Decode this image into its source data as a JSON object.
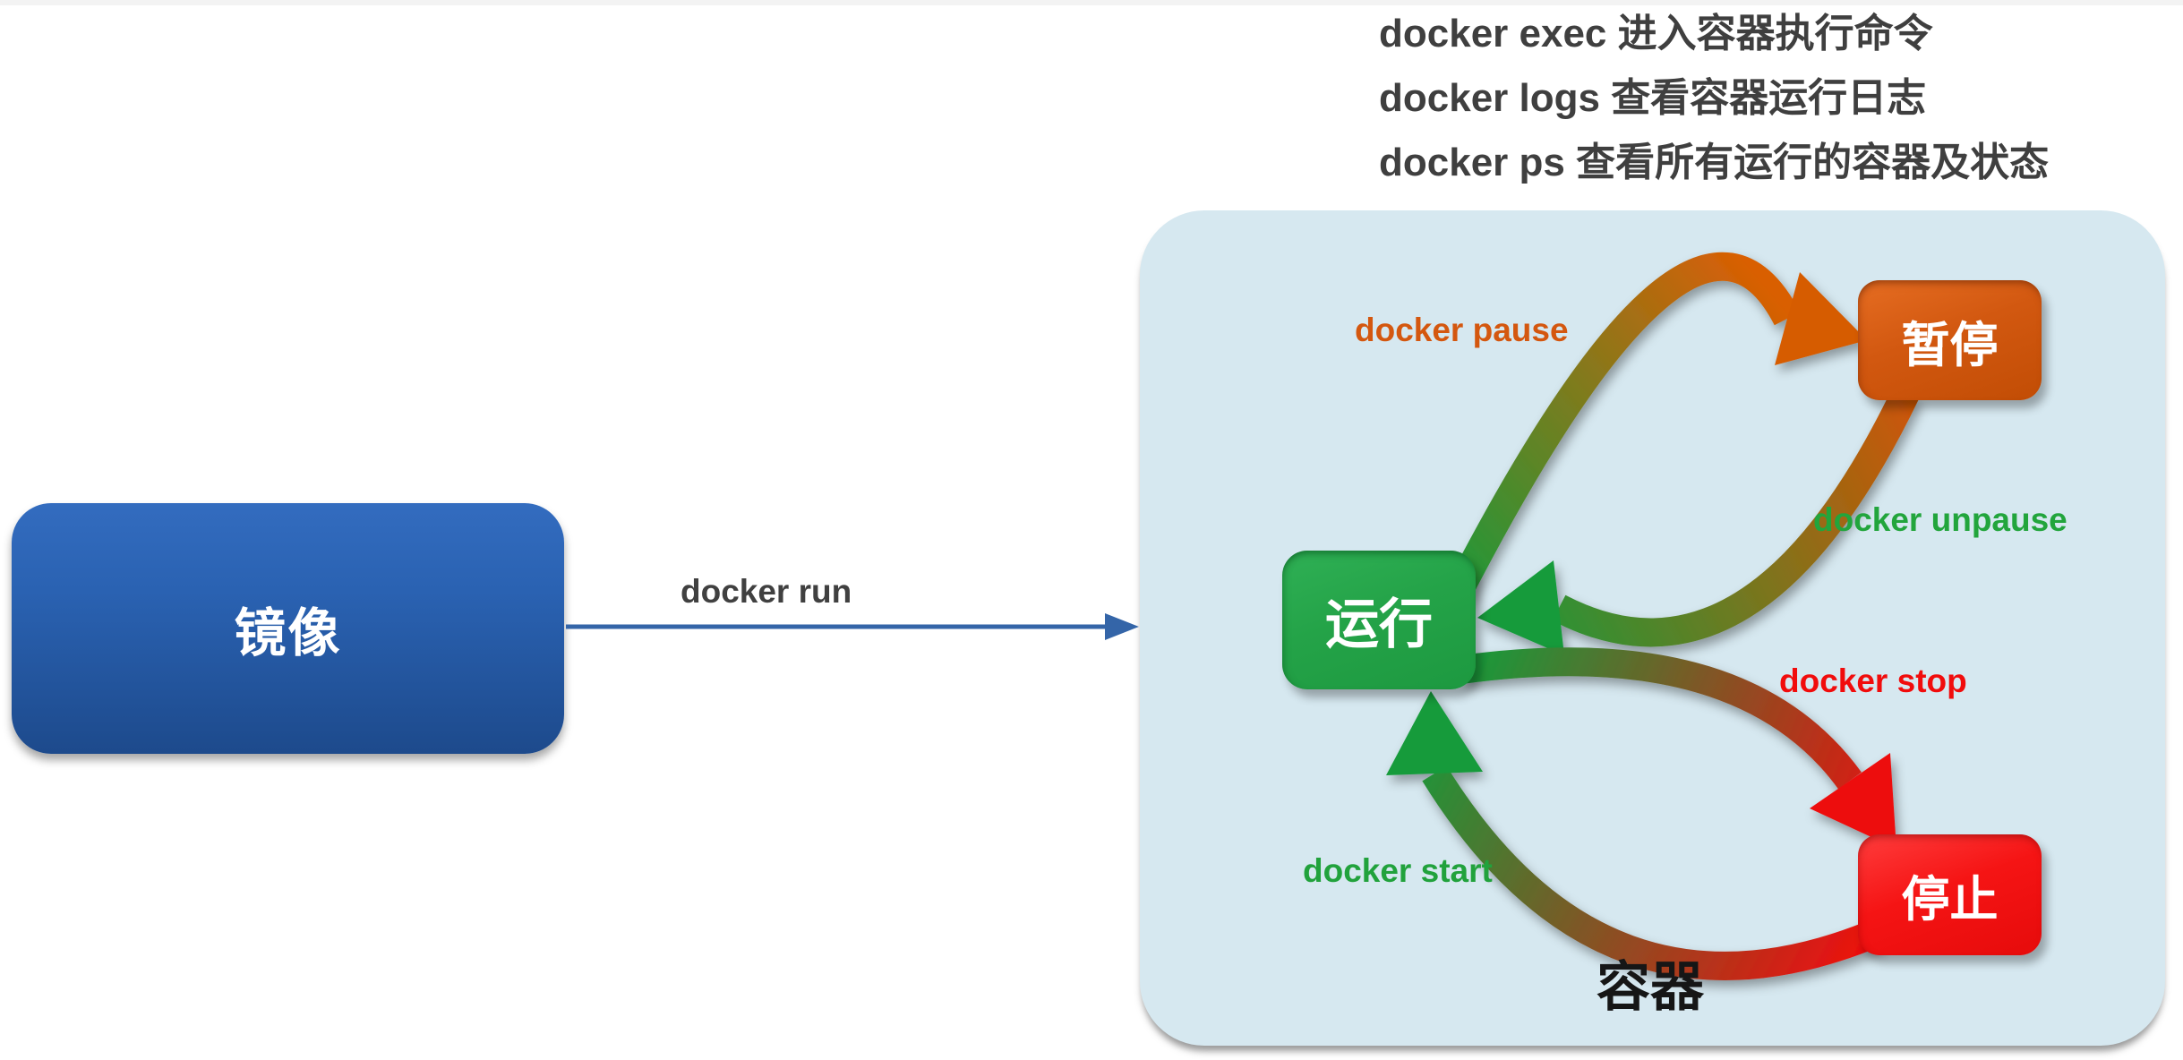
{
  "commands": [
    "docker exec 进入容器执行命令",
    "docker logs 查看容器运行日志",
    "docker ps 查看所有运行的容器及状态"
  ],
  "nodes": {
    "image": "镜像",
    "container": "容器",
    "running": "运行",
    "paused": "暂停",
    "stopped": "停止"
  },
  "edges": {
    "run": "docker run",
    "pause": "docker pause",
    "unpause": "docker unpause",
    "stop": "docker stop",
    "start": "docker start"
  },
  "flow": [
    {
      "from": "镜像",
      "to": "运行",
      "command": "docker run"
    },
    {
      "from": "运行",
      "to": "暂停",
      "command": "docker pause"
    },
    {
      "from": "暂停",
      "to": "运行",
      "command": "docker unpause"
    },
    {
      "from": "运行",
      "to": "停止",
      "command": "docker stop"
    },
    {
      "from": "停止",
      "to": "运行",
      "command": "docker start"
    }
  ],
  "colors": {
    "page_bg": "#ffffff",
    "container_bg": "#d6e8f0",
    "image_node_blue": "#2a62b2",
    "running_green": "#24a348",
    "paused_orange": "#d25810",
    "stopped_red": "#f51414",
    "run_arrow_blue": "#3465a8",
    "note_gray": "#3f3f3f"
  }
}
